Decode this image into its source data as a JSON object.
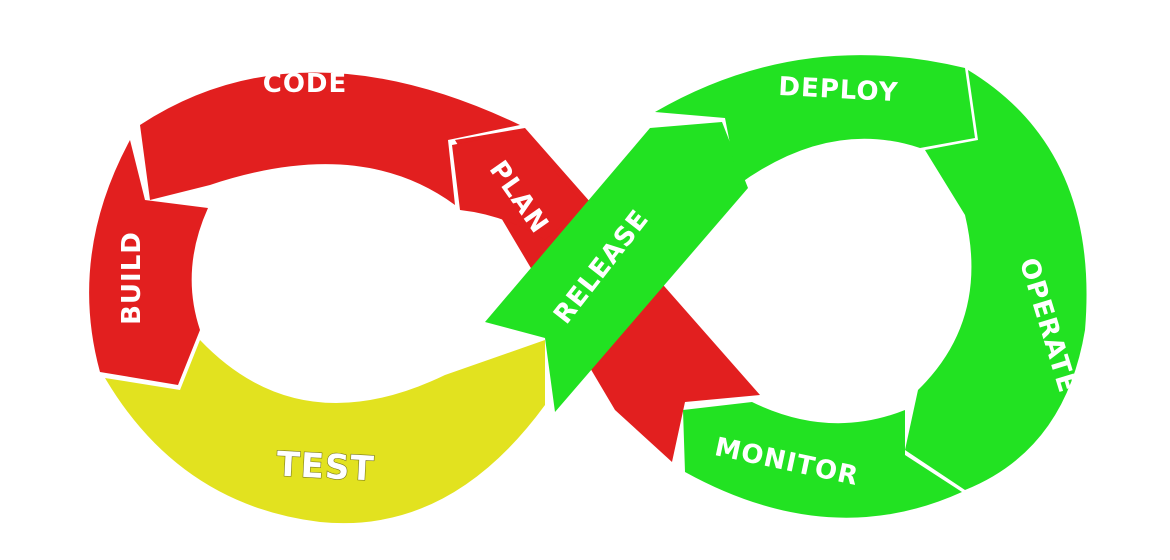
{
  "colors": {
    "red": "#e21f1f",
    "yellow": "#e2e21f",
    "green": "#22e222",
    "label": "#ffffff"
  },
  "stages": {
    "code": "CODE",
    "plan": "PLAN",
    "build": "BUILD",
    "test": "TEST",
    "release": "RELEASE",
    "deploy": "DEPLOY",
    "operate": "OPERATE",
    "monitor": "MONITOR"
  }
}
